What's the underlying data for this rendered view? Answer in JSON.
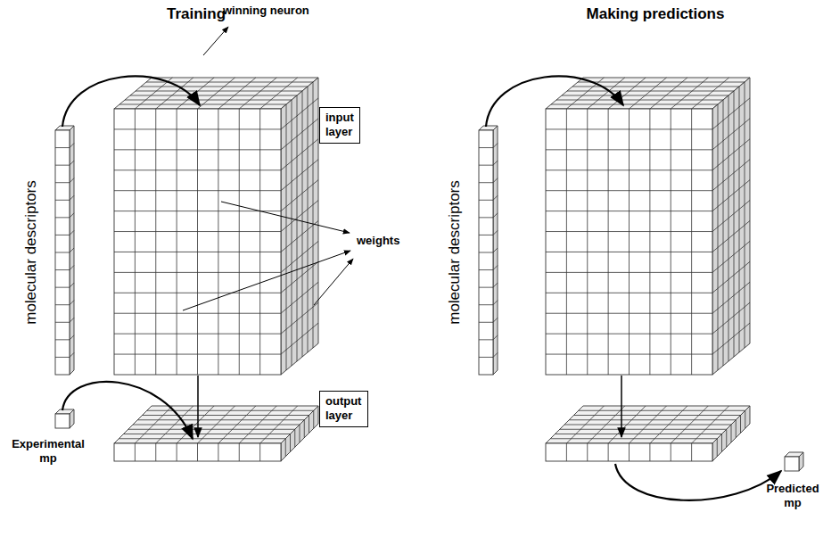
{
  "diagram": {
    "nodes": [
      {
        "text": [
          "input layer"
        ]
      },
      {
        "text": [
          "output layer"
        ]
      }
    ],
    "labels": [
      "Training",
      "Making predictions",
      "winning neuron",
      "weights",
      "molecular descriptors",
      "Experimental mp",
      "molecular descriptors",
      "Predicted mp"
    ]
  }
}
